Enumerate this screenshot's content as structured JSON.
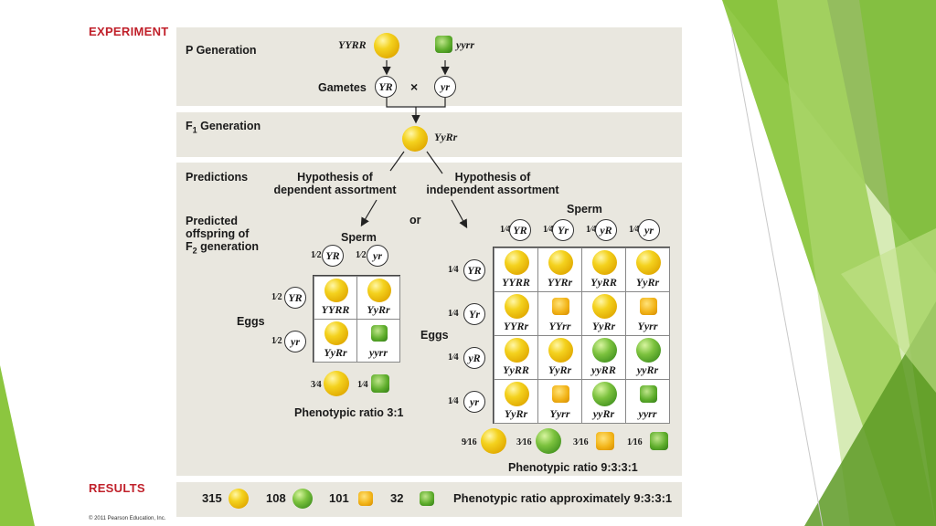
{
  "headers": {
    "experiment": "EXPERIMENT",
    "results": "RESULTS"
  },
  "labels": {
    "p_generation": "P Generation",
    "gametes": "Gametes",
    "f1_generation": "F",
    "f1_sub": "1",
    "f1_rest": " Generation",
    "predictions": "Predictions",
    "hyp_dep_1": "Hypothesis of",
    "hyp_dep_2": "dependent assortment",
    "hyp_ind_1": "Hypothesis of",
    "hyp_ind_2": "independent assortment",
    "predicted_1": "Predicted",
    "predicted_2": "offspring of",
    "predicted_3a": "F",
    "predicted_3sub": "2",
    "predicted_3b": " generation",
    "or": "or",
    "sperm": "Sperm",
    "eggs": "Eggs",
    "cross": "×"
  },
  "p_gen": {
    "left_geno": "YYRR",
    "right_geno": "yyrr",
    "gamete_left": "YR",
    "gamete_right": "yr"
  },
  "f1": {
    "geno": "YyRr"
  },
  "dependent": {
    "sperm": [
      {
        "frac": "1⁄2",
        "allele": "YR"
      },
      {
        "frac": "1⁄2",
        "allele": "yr"
      }
    ],
    "eggs": [
      {
        "frac": "1⁄2",
        "allele": "YR"
      },
      {
        "frac": "1⁄2",
        "allele": "yr"
      }
    ],
    "cells": [
      "YYRR",
      "YyRr",
      "YyRr",
      "yyrr"
    ],
    "ratio_fracs": [
      "3⁄4",
      "1⁄4"
    ],
    "ratio_text": "Phenotypic ratio 3:1"
  },
  "independent": {
    "sperm": [
      {
        "frac": "1⁄4",
        "allele": "YR"
      },
      {
        "frac": "1⁄4",
        "allele": "Yr"
      },
      {
        "frac": "1⁄4",
        "allele": "yR"
      },
      {
        "frac": "1⁄4",
        "allele": "yr"
      }
    ],
    "eggs": [
      {
        "frac": "1⁄4",
        "allele": "YR"
      },
      {
        "frac": "1⁄4",
        "allele": "Yr"
      },
      {
        "frac": "1⁄4",
        "allele": "yR"
      },
      {
        "frac": "1⁄4",
        "allele": "yr"
      }
    ],
    "cells": [
      "YYRR",
      "YYRr",
      "YyRR",
      "YyRr",
      "YYRr",
      "YYrr",
      "YyRr",
      "Yyrr",
      "YyRR",
      "YyRr",
      "yyRR",
      "yyRr",
      "YyRr",
      "Yyrr",
      "yyRr",
      "yyrr"
    ],
    "ratio_fracs": [
      "9⁄16",
      "3⁄16",
      "3⁄16",
      "1⁄16"
    ],
    "ratio_text": "Phenotypic ratio 9:3:3:1"
  },
  "results": {
    "counts": [
      "315",
      "108",
      "101",
      "32"
    ],
    "ratio_text": "Phenotypic ratio approximately 9:3:3:1"
  },
  "copyright": "© 2011 Pearson Education, Inc.",
  "colors": {
    "header_red": "#c0202a",
    "panel": "#e9e7df",
    "yellow": "#f4d21e",
    "green": "#6fb936",
    "slide_green": "#8cc63f"
  }
}
